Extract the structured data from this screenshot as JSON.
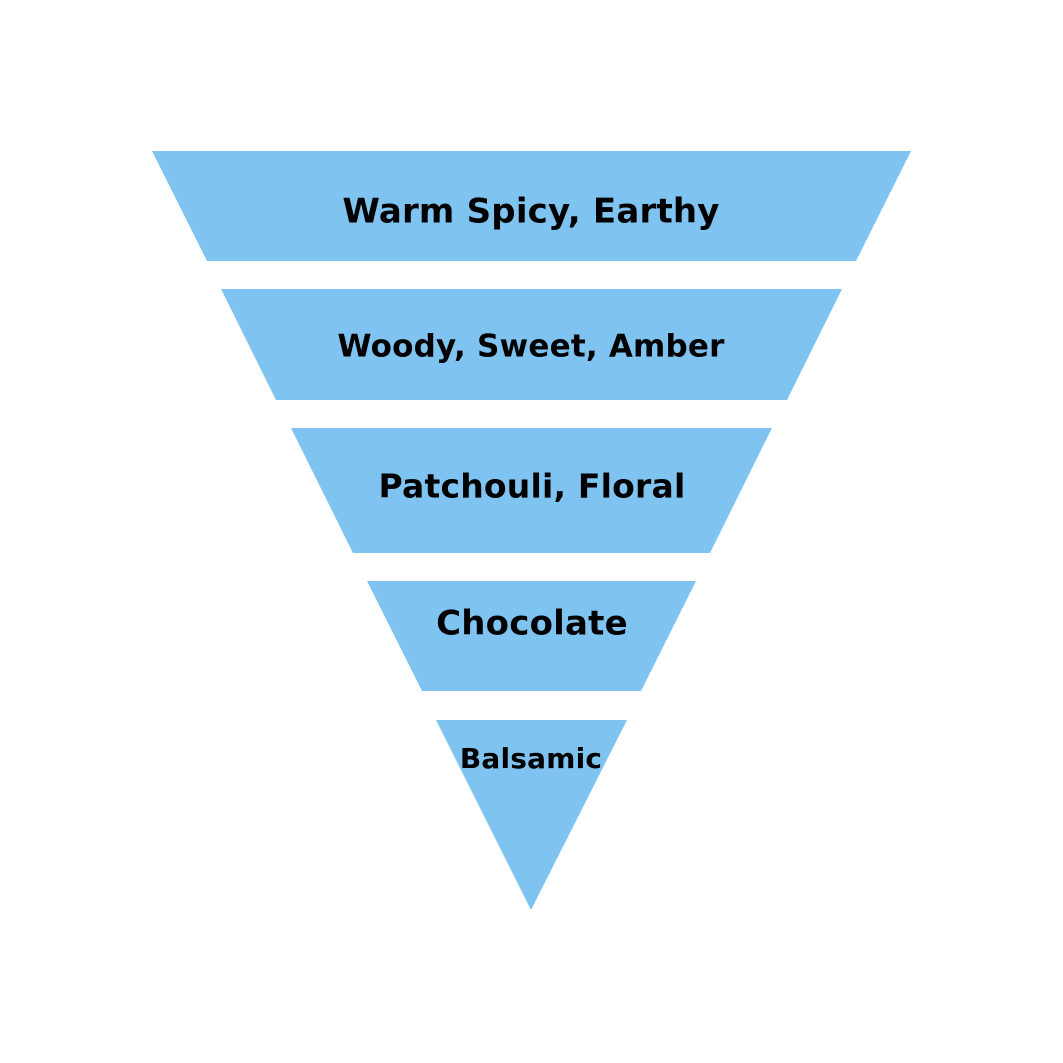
{
  "diagram": {
    "type": "inverted-pyramid",
    "fill_color": "#7FC4F0",
    "text_color": "#000000",
    "background_color": "#FFFFFF",
    "layers": [
      {
        "label": "Warm Spicy, Earthy"
      },
      {
        "label": "Woody, Sweet, Amber"
      },
      {
        "label": "Patchouli, Floral"
      },
      {
        "label": "Chocolate"
      },
      {
        "label": "Balsamic"
      }
    ]
  }
}
